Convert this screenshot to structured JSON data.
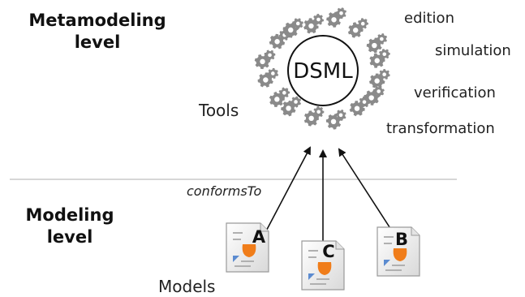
{
  "levels": {
    "meta_line1": "Metamodeling",
    "meta_line2": "level",
    "model_line1": "Modeling",
    "model_line2": "level"
  },
  "dsml_label": "DSML",
  "tools_label": "Tools",
  "tool_names": [
    "edition",
    "simulation",
    "verification",
    "transformation"
  ],
  "relation_label": "conformsTo",
  "models_label": "Models",
  "models": [
    {
      "letter": "A"
    },
    {
      "letter": "C"
    },
    {
      "letter": "B"
    }
  ],
  "colors": {
    "gear": "#8a8a8a",
    "gear_hole": "#ffffff",
    "divider": "#c8c8c8",
    "model_accent": "#f07d1a",
    "model_blue": "#5b8bd0"
  }
}
